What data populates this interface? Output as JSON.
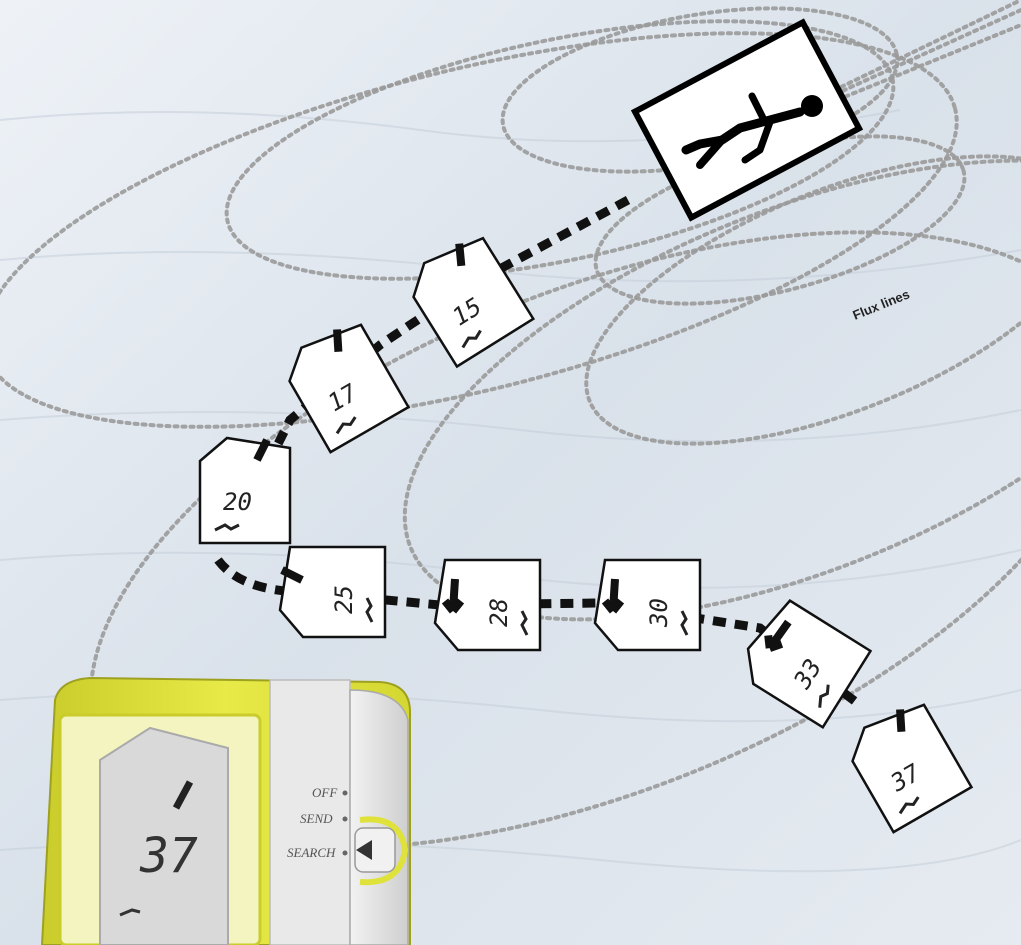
{
  "colors": {
    "snow": "#dfe6ee",
    "flux_line": "#9a9a9a",
    "path": "#111111",
    "device_body": "#dfe23a",
    "device_screen": "#dcdcdc"
  },
  "flux_label": "Flux lines",
  "victim_icon": "buried-person-icon",
  "readings": [
    {
      "distance": "15",
      "direction": "straight"
    },
    {
      "distance": "17",
      "direction": "straight"
    },
    {
      "distance": "20",
      "direction": "straight"
    },
    {
      "distance": "25",
      "direction": "straight"
    },
    {
      "distance": "28",
      "direction": "left"
    },
    {
      "distance": "30",
      "direction": "left"
    },
    {
      "distance": "33",
      "direction": "left"
    },
    {
      "distance": "37",
      "direction": "straight"
    }
  ],
  "device": {
    "screen_distance": "37",
    "switch_labels": [
      "OFF",
      "SEND",
      "SEARCH"
    ],
    "selected_mode": "SEARCH"
  }
}
